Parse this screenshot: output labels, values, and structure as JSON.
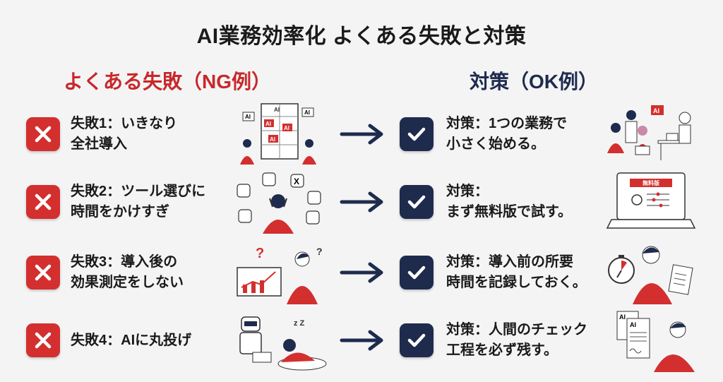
{
  "title": "AI業務効率化 よくある失敗と対策",
  "sections": {
    "ng_header": "よくある失敗（NG例）",
    "ok_header": "対策（OK例）"
  },
  "rows": [
    {
      "fail_line1": "失敗1：いきなり",
      "fail_line2": "全社導入",
      "fix_line1": "対策：1つの業務で",
      "fix_line2": "小さく始める。",
      "fail_illustration": "office-building-ai-chaos",
      "fail_labels": [
        "AI",
        "AI",
        "AI",
        "AI",
        "AI",
        "AI"
      ],
      "fix_illustration": "small-team-with-ai-robot",
      "fix_label": "AI"
    },
    {
      "fail_line1": "失敗2：ツール選びに",
      "fail_line2": "時間をかけすぎ",
      "fix_line1": "対策：",
      "fix_line2": "まず無料版で試す。",
      "fail_illustration": "confused-person-many-tools",
      "fix_illustration": "laptop-free-plan",
      "fix_label": "無料版"
    },
    {
      "fail_line1": "失敗3：導入後の",
      "fail_line2": "効果測定をしない",
      "fix_line1": "対策：導入前の所要",
      "fix_line2": "時間を記録しておく。",
      "fail_illustration": "person-puzzled-chart",
      "fix_illustration": "person-stopwatch-notepad"
    },
    {
      "fail_line1": "失敗4：AIに丸投げ",
      "fail_line2": "",
      "fix_line1": "対策：人間のチェック",
      "fix_line2": "工程を必ず残す。",
      "fail_illustration": "robot-working-person-sleeping",
      "fix_illustration": "person-reviewing-ai-documents",
      "fix_labels": [
        "AI",
        "AI"
      ]
    }
  ],
  "colors": {
    "ng": "#d32f2f",
    "ok": "#1e2b4d",
    "background": "#f4f4f5"
  }
}
